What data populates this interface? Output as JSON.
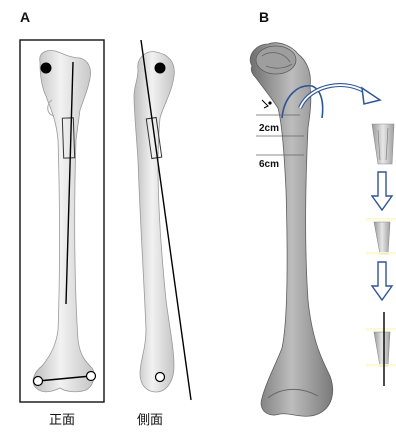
{
  "panel_a": {
    "label": "A",
    "front_view_label": "正面",
    "side_view_label": "側面"
  },
  "panel_b": {
    "label": "B",
    "marks": [
      "2cm",
      "6cm"
    ]
  }
}
